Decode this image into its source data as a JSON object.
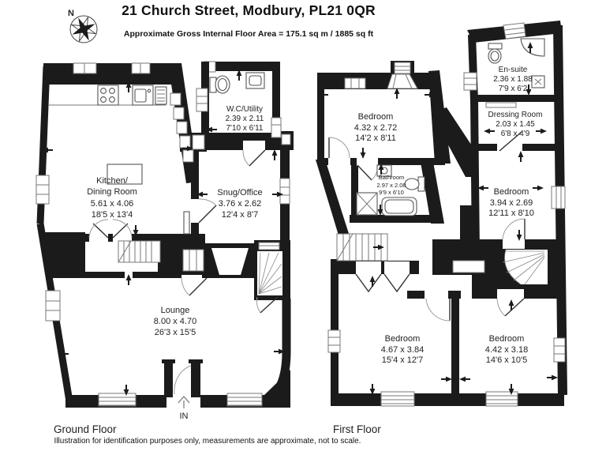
{
  "header": {
    "title": "21 Church Street, Modbury, PL21 0QR",
    "subtitle": "Approximate Gross Internal Floor Area  = 175.1 sq m / 1885 sq ft"
  },
  "compass": {
    "north_label": "N"
  },
  "colors": {
    "wall": "#1b1b1b",
    "background": "#ffffff",
    "text": "#222222"
  },
  "ground_floor": {
    "label": "Ground Floor",
    "entrance_label": "IN",
    "rooms": {
      "kitchen_dining": {
        "line1": "Kitchen/",
        "line2": "Dining Room",
        "metric": "5.61 x 4.06",
        "imperial": "18'5 x 13'4"
      },
      "wc_utility": {
        "name": "W.C/Utility",
        "metric": "2.39 x 2.11",
        "imperial": "7'10 x 6'11"
      },
      "snug_office": {
        "name": "Snug/Office",
        "metric": "3.76 x 2.62",
        "imperial": "12'4 x 8'7"
      },
      "lounge": {
        "name": "Lounge",
        "metric": "8.00 x 4.70",
        "imperial": "26'3 x 15'5"
      }
    }
  },
  "first_floor": {
    "label": "First Floor",
    "rooms": {
      "bedroom_top": {
        "name": "Bedroom",
        "metric": "4.32 x 2.72",
        "imperial": "14'2 x 8'11"
      },
      "bathroom": {
        "name": "Bathroom",
        "metric": "2.97 x 2.08",
        "imperial": "9'9 x 6'10"
      },
      "ensuite": {
        "name": "En-suite",
        "metric": "2.36 x 1.88",
        "imperial": "7'9 x 6'2"
      },
      "dressing_room": {
        "name": "Dressing Room",
        "metric": "2.03 x 1.45",
        "imperial": "6'8 x 4'9"
      },
      "bedroom_middle": {
        "name": "Bedroom",
        "metric": "3.94 x 2.69",
        "imperial": "12'11 x 8'10"
      },
      "bedroom_bottom_left": {
        "name": "Bedroom",
        "metric": "4.67 x 3.84",
        "imperial": "15'4 x 12'7"
      },
      "bedroom_bottom_right": {
        "name": "Bedroom",
        "metric": "4.42 x 3.18",
        "imperial": "14'6 x 10'5"
      }
    }
  },
  "footer": {
    "disclaimer": "Illustration for identification purposes only, measurements are approximate, not to scale."
  }
}
